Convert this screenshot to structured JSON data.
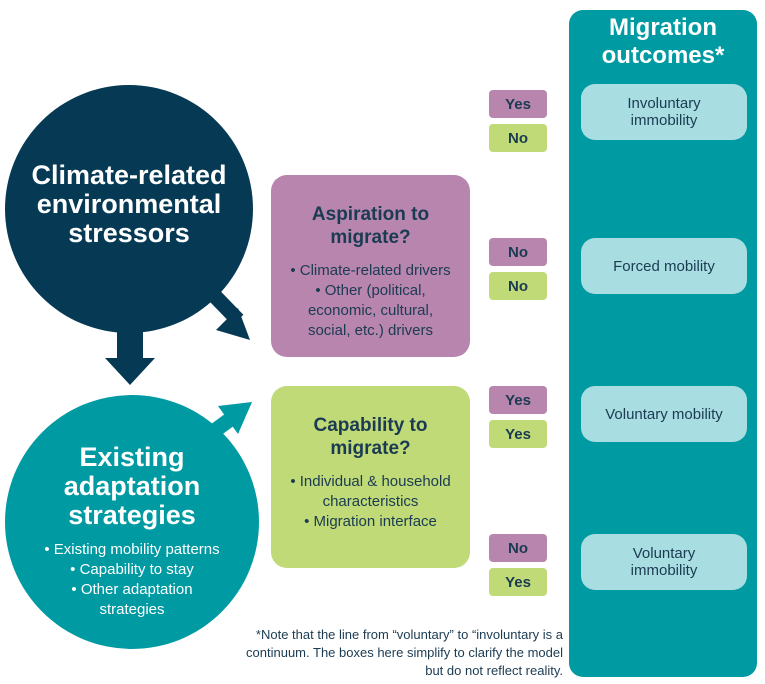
{
  "stressor": {
    "title": "Climate-related environmental stressors"
  },
  "adaptation": {
    "title": "Existing adaptation strategies",
    "items": [
      "• Existing mobility patterns",
      "• Capability to stay",
      "• Other adaptation strategies"
    ]
  },
  "aspiration": {
    "question": "Aspiration to migrate?",
    "items": [
      "• Climate-related drivers",
      "• Other (political, economic, cultural, social, etc.) drivers"
    ]
  },
  "capability": {
    "question": "Capability to migrate?",
    "items": [
      "• Individual & household characteristics",
      "• Migration interface"
    ]
  },
  "pairs": [
    {
      "aspiration": "Yes",
      "capability": "No"
    },
    {
      "aspiration": "No",
      "capability": "No"
    },
    {
      "aspiration": "Yes",
      "capability": "Yes"
    },
    {
      "aspiration": "No",
      "capability": "Yes"
    }
  ],
  "outcomes": {
    "title": "Migration outcomes*",
    "items": [
      "Involuntary immobility",
      "Forced mobility",
      "Voluntary mobility",
      "Voluntary immobility"
    ]
  },
  "note": "*Note that the line from “voluntary” to “involuntary is a continuum. The boxes here simplify to clarify the model but do not reflect reality.",
  "colors": {
    "navy": "#063a54",
    "teal": "#009aa3",
    "purple": "#b785ad",
    "green": "#c0da77",
    "light_teal": "#a8dde1",
    "text_dark": "#1b3b52"
  }
}
